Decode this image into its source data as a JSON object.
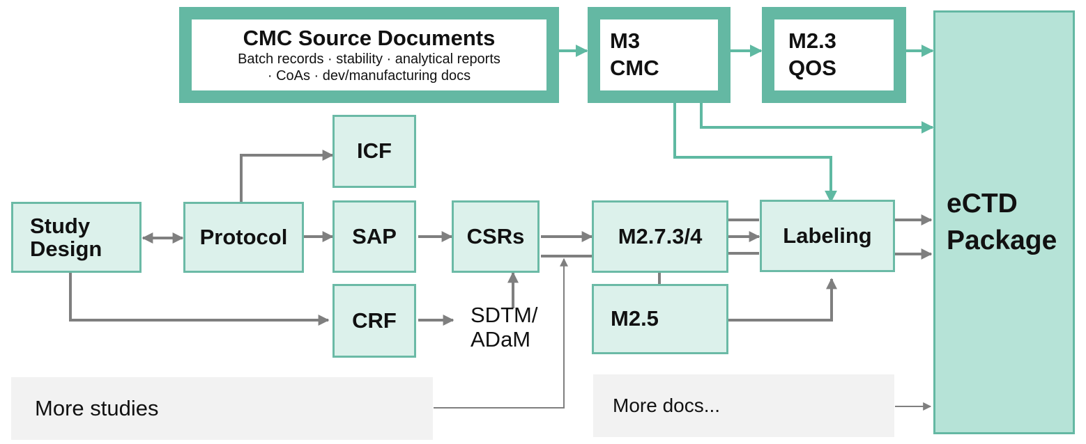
{
  "cmc": {
    "title": "CMC Source Documents",
    "line1": "Batch records · stability · analytical reports",
    "line2": "· CoAs · dev/manufacturing docs"
  },
  "m3": {
    "line1": "M3",
    "line2": "CMC"
  },
  "m23": {
    "line1": "M2.3",
    "line2": "QOS"
  },
  "ectd": {
    "line1": "eCTD",
    "line2": "Package"
  },
  "icf": "ICF",
  "study_design": {
    "line1": "Study",
    "line2": "Design"
  },
  "protocol": "Protocol",
  "sap": "SAP",
  "csrs": "CSRs",
  "m2734": "M2.7.3/4",
  "labeling": "Labeling",
  "crf": "CRF",
  "sdtm": {
    "line1": "SDTM/",
    "line2": "ADaM"
  },
  "m25": "M2.5",
  "more_studies": "More studies",
  "more_docs": "More docs...",
  "colors": {
    "teal_border": "#64b8a3",
    "light_fill": "#dcf1eb",
    "ectd_fill": "#b6e3d7",
    "teal_arrow": "#5fb9a2",
    "gray_arrow": "#7f7f7f",
    "gray_box": "#f2f2f2"
  }
}
